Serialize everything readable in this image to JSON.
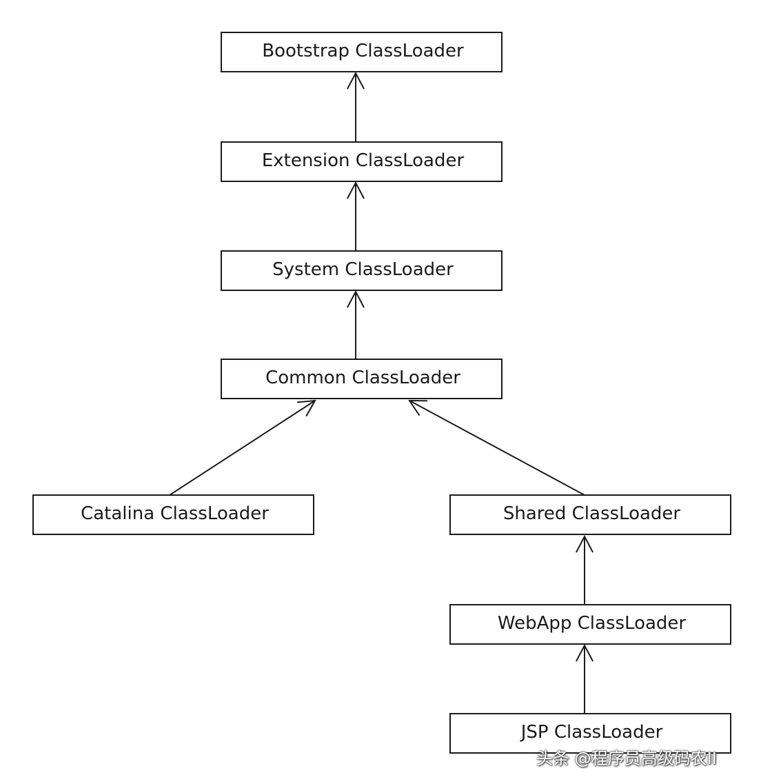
{
  "diagram": {
    "nodes": [
      {
        "id": "bootstrap",
        "label": "Bootstrap ClassLoader"
      },
      {
        "id": "extension",
        "label": "Extension ClassLoader"
      },
      {
        "id": "system",
        "label": "System ClassLoader"
      },
      {
        "id": "common",
        "label": "Common ClassLoader"
      },
      {
        "id": "catalina",
        "label": "Catalina ClassLoader"
      },
      {
        "id": "shared",
        "label": "Shared ClassLoader"
      },
      {
        "id": "webapp",
        "label": "WebApp ClassLoader"
      },
      {
        "id": "jsp",
        "label": "JSP ClassLoader"
      }
    ],
    "edges": [
      {
        "from": "extension",
        "to": "bootstrap"
      },
      {
        "from": "system",
        "to": "extension"
      },
      {
        "from": "common",
        "to": "system"
      },
      {
        "from": "catalina",
        "to": "common"
      },
      {
        "from": "shared",
        "to": "common"
      },
      {
        "from": "webapp",
        "to": "shared"
      },
      {
        "from": "jsp",
        "to": "webapp"
      }
    ]
  },
  "watermark": "头条 @程序员高级码农II"
}
